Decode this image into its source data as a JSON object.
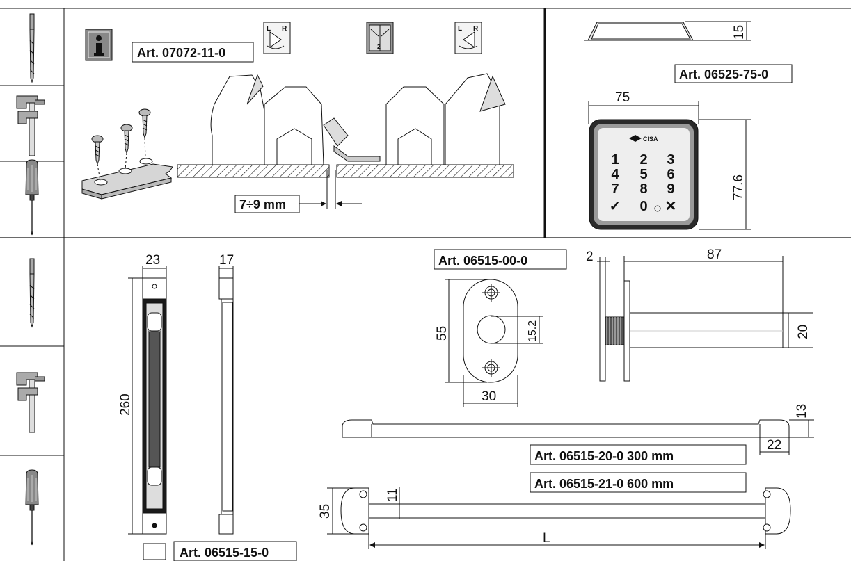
{
  "top": {
    "install_article": "Art. 07072-11-0",
    "gap_label": "7÷9 mm",
    "hinge_icon_l": "L",
    "hinge_icon_r": "R",
    "hinge_icon_num": "2"
  },
  "keypad": {
    "article": "Art. 06525-75-0",
    "dim_height_profile": "15",
    "dim_width": "75",
    "dim_height": "77.6",
    "brand": "CISA",
    "keys": [
      "1",
      "2",
      "3",
      "4",
      "5",
      "6",
      "7",
      "8",
      "9",
      "✓",
      "0",
      "✕"
    ]
  },
  "bottom": {
    "rod_article": "Art. 06515-15-0",
    "rod_dim_width": "23",
    "rod_dim_depth": "17",
    "rod_dim_length": "260",
    "plate_article": "Art. 06515-00-0",
    "plate_dim_height": "55",
    "plate_dim_hole": "15.2",
    "plate_dim_width": "30",
    "side_dim_thickness": "2",
    "side_dim_length": "87",
    "side_dim_diameter": "20",
    "handle_dim_height": "13",
    "handle_dim_end": "22",
    "art_300": "Art. 06515-20-0   300 mm",
    "art_600": "Art. 06515-21-0   600 mm",
    "bar_dim_height": "35",
    "bar_dim_rod": "11",
    "bar_dim_length": "L"
  },
  "tools": [
    "drill-icon",
    "caliper-icon",
    "screwdriver-icon",
    "drill-icon",
    "caliper-icon",
    "screwdriver-icon"
  ],
  "colors": {
    "line": "#111111",
    "plate": "#d6d6d6",
    "keypad_face": "#eeeeee"
  }
}
